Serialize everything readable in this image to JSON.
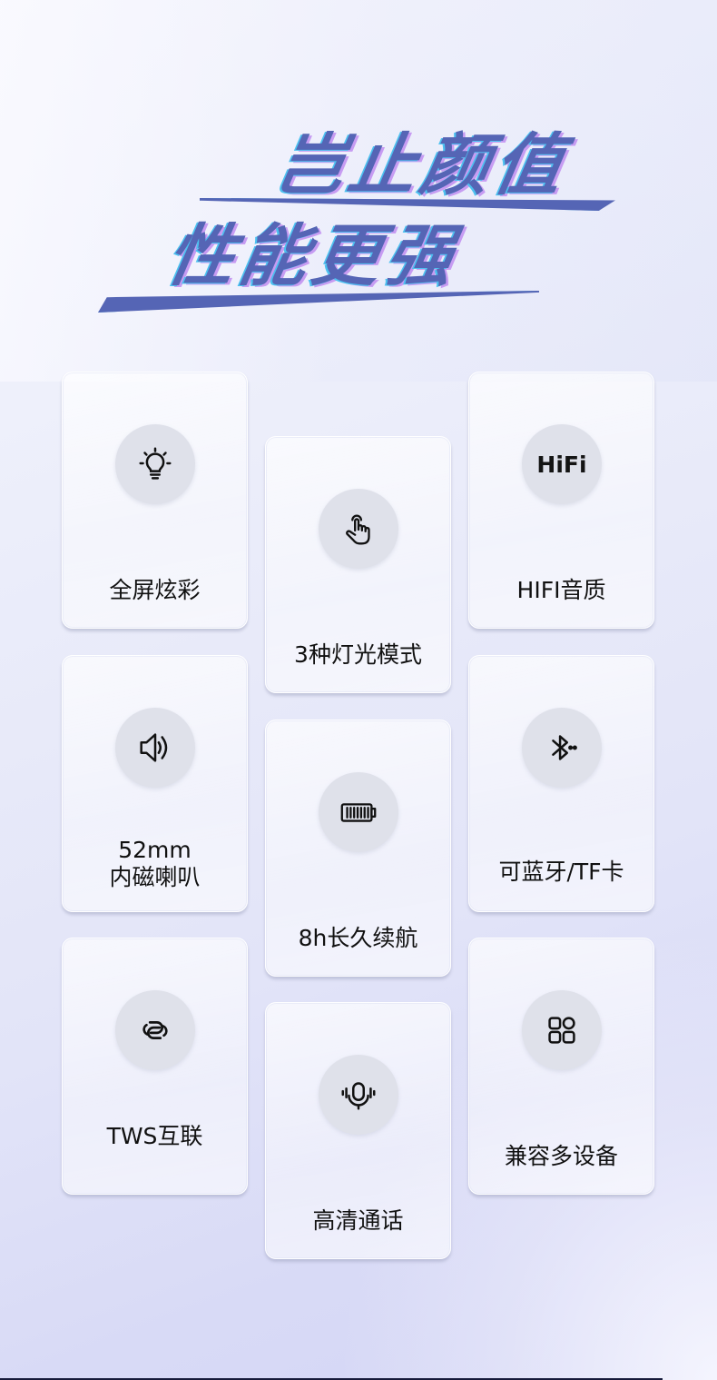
{
  "page": {
    "background_colors": [
      "#f6f6fd",
      "#e2e4f8",
      "#d4d6f5"
    ],
    "accent_color": "#5565b5",
    "accent_shadow_cyan": "#4cc1f0",
    "accent_shadow_purple": "#c79cf2"
  },
  "headline": {
    "line1": "岂止颜值",
    "line2": "性能更强"
  },
  "features": [
    {
      "id": "full-screen",
      "icon": "lightbulb-icon",
      "label": "全屏炫彩"
    },
    {
      "id": "light-modes",
      "icon": "hand-pointer-icon",
      "label": "3种灯光模式"
    },
    {
      "id": "hifi",
      "icon": "hifi-text-icon",
      "icon_text": "HiFi",
      "label": "HIFI音质"
    },
    {
      "id": "speaker",
      "icon": "speaker-icon",
      "label_line1": "52mm",
      "label_line2": "内磁喇叭"
    },
    {
      "id": "battery",
      "icon": "battery-icon",
      "label": "8h长久续航"
    },
    {
      "id": "bluetooth",
      "icon": "bluetooth-icon",
      "label": "可蓝牙/TF卡"
    },
    {
      "id": "tws",
      "icon": "link-icon",
      "label": "TWS互联"
    },
    {
      "id": "call",
      "icon": "microphone-icon",
      "label": "高清通话"
    },
    {
      "id": "compat",
      "icon": "apps-grid-icon",
      "label": "兼容多设备"
    }
  ]
}
